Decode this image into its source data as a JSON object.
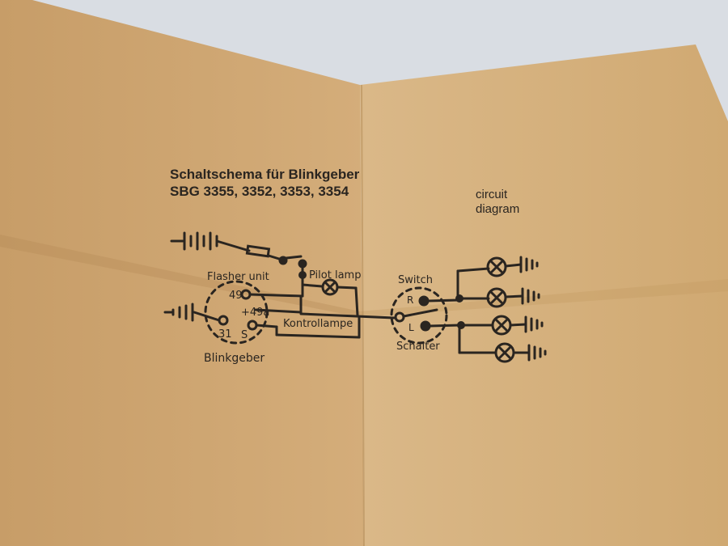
{
  "title": {
    "line1": "Schaltschema für Blinkgeber",
    "line2": "SBG 3355, 3352, 3353, 3354"
  },
  "caption": {
    "line1": "circuit",
    "line2": "diagram"
  },
  "labels": {
    "flasher_unit": "Flasher unit",
    "pilot_lamp": "Pilot lamp",
    "kontrollampe": "Kontrollampe",
    "blinkgeber": "Blinkgeber",
    "switch": "Switch",
    "schalter": "Schalter"
  },
  "terminals": {
    "t49": "49",
    "t49a": "+49a",
    "t31": "31",
    "tS": "S",
    "tR": "R",
    "tL": "L"
  },
  "colors": {
    "paper": "#cfa874",
    "paper_shadow": "#b98f5c",
    "ink": "#2a2520",
    "background": "#d9dde3"
  },
  "icons": [
    "battery-icon",
    "fuse-icon",
    "key-switch-icon",
    "lamp-icon",
    "ground-icon"
  ]
}
